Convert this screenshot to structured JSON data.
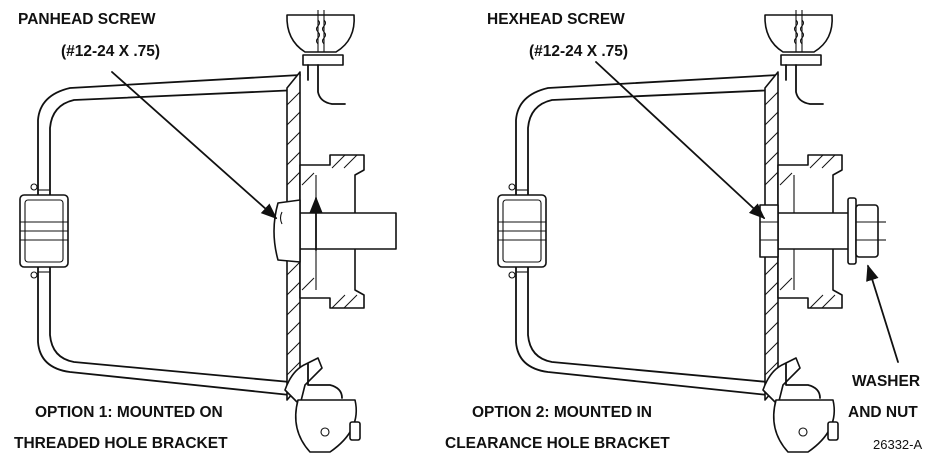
{
  "option1": {
    "fastener_label_line1": "PANHEAD SCREW",
    "fastener_label_line2": "(#12-24 X .75)",
    "caption_line1": "OPTION 1: MOUNTED ON",
    "caption_line2": "THREADED HOLE BRACKET"
  },
  "option2": {
    "fastener_label_line1": "HEXHEAD SCREW",
    "fastener_label_line2": "(#12-24 X .75)",
    "caption_line1": "OPTION  2: MOUNTED IN",
    "caption_line2": "CLEARANCE HOLE BRACKET",
    "hardware_label_line1": "WASHER",
    "hardware_label_line2": "AND NUT"
  },
  "figure_ref": "26332-A",
  "colors": {
    "line": "#111111",
    "background": "#ffffff"
  }
}
